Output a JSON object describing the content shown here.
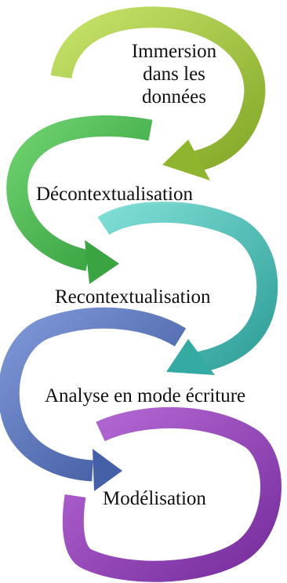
{
  "steps": [
    {
      "label": "Immersion dans les données",
      "color": "#9cc338"
    },
    {
      "label": "Décontextualisation",
      "color": "#3fb34a"
    },
    {
      "label": "Recontextualisation",
      "color": "#3fb8b0"
    },
    {
      "label": "Analyse en mode écriture",
      "color": "#4a68b3"
    },
    {
      "label": "Modélisation",
      "color": "#8a3cb0"
    }
  ]
}
